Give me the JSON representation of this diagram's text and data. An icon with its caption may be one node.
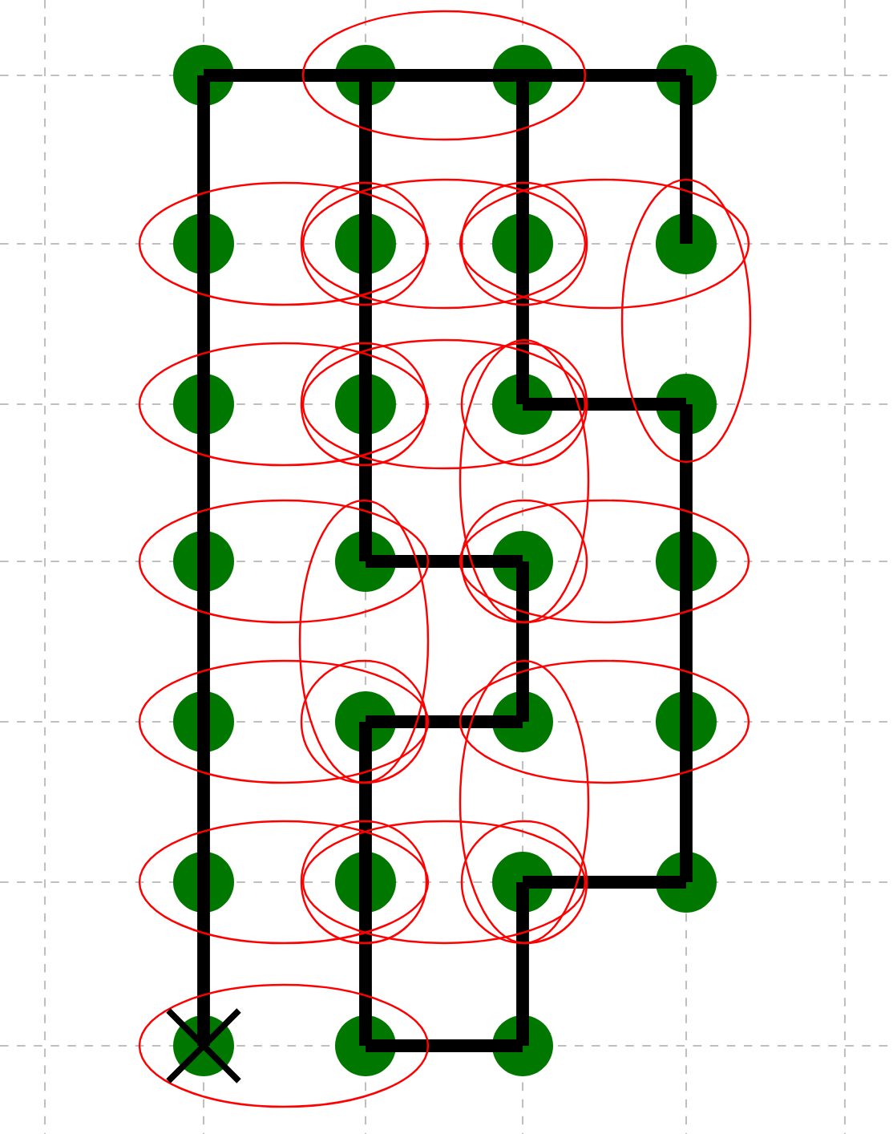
{
  "diagram": {
    "nodes": [
      {
        "text": [],
        "shape": "circle"
      },
      {
        "text": [],
        "shape": "circle"
      },
      {
        "text": [],
        "shape": "circle"
      },
      {
        "text": [],
        "shape": "circle"
      },
      {
        "text": [],
        "shape": "circle"
      },
      {
        "text": [],
        "shape": "circle"
      },
      {
        "text": [],
        "shape": "circle"
      },
      {
        "text": [],
        "shape": "circle"
      },
      {
        "text": [],
        "shape": "circle"
      },
      {
        "text": [],
        "shape": "circle"
      },
      {
        "text": [],
        "shape": "circle"
      },
      {
        "text": [],
        "shape": "circle"
      },
      {
        "text": [],
        "shape": "circle"
      },
      {
        "text": [],
        "shape": "circle"
      },
      {
        "text": [],
        "shape": "circle"
      },
      {
        "text": [],
        "shape": "circle"
      },
      {
        "text": [],
        "shape": "circle"
      },
      {
        "text": [],
        "shape": "circle"
      },
      {
        "text": [],
        "shape": "circle"
      },
      {
        "text": [],
        "shape": "circle"
      },
      {
        "text": [],
        "shape": "circle"
      },
      {
        "text": [],
        "shape": "circle"
      },
      {
        "text": [],
        "shape": "circle"
      },
      {
        "text": [],
        "shape": "circle"
      },
      {
        "text": [],
        "shape": "circle"
      },
      {
        "text": [],
        "shape": "circle"
      },
      {
        "text": [],
        "shape": "circle"
      }
    ],
    "edges": [
      {
        "from": 0,
        "to": 1,
        "arrow": "none"
      },
      {
        "from": 1,
        "to": 2,
        "arrow": "none"
      },
      {
        "from": 2,
        "to": 3,
        "arrow": "none"
      },
      {
        "from": 0,
        "to": 4,
        "arrow": "none"
      },
      {
        "from": 4,
        "to": 8,
        "arrow": "none"
      },
      {
        "from": 8,
        "to": 12,
        "arrow": "none"
      },
      {
        "from": 12,
        "to": 16,
        "arrow": "none"
      },
      {
        "from": 16,
        "to": 20,
        "arrow": "none"
      },
      {
        "from": 20,
        "to": 24,
        "arrow": "none"
      },
      {
        "from": 1,
        "to": 5,
        "arrow": "none"
      },
      {
        "from": 5,
        "to": 9,
        "arrow": "none"
      },
      {
        "from": 9,
        "to": 13,
        "arrow": "none"
      },
      {
        "from": 17,
        "to": 21,
        "arrow": "none"
      },
      {
        "from": 21,
        "to": 25,
        "arrow": "none"
      },
      {
        "from": 2,
        "to": 6,
        "arrow": "none"
      },
      {
        "from": 6,
        "to": 10,
        "arrow": "none"
      },
      {
        "from": 14,
        "to": 18,
        "arrow": "none"
      },
      {
        "from": 22,
        "to": 26,
        "arrow": "none"
      },
      {
        "from": 3,
        "to": 7,
        "arrow": "none"
      },
      {
        "from": 11,
        "to": 15,
        "arrow": "none"
      },
      {
        "from": 15,
        "to": 19,
        "arrow": "none"
      },
      {
        "from": 19,
        "to": 23,
        "arrow": "none"
      },
      {
        "from": 10,
        "to": 11,
        "arrow": "none"
      },
      {
        "from": 13,
        "to": 14,
        "arrow": "none"
      },
      {
        "from": 17,
        "to": 18,
        "arrow": "none"
      },
      {
        "from": 22,
        "to": 23,
        "arrow": "none"
      },
      {
        "from": 25,
        "to": 26,
        "arrow": "none"
      }
    ]
  }
}
